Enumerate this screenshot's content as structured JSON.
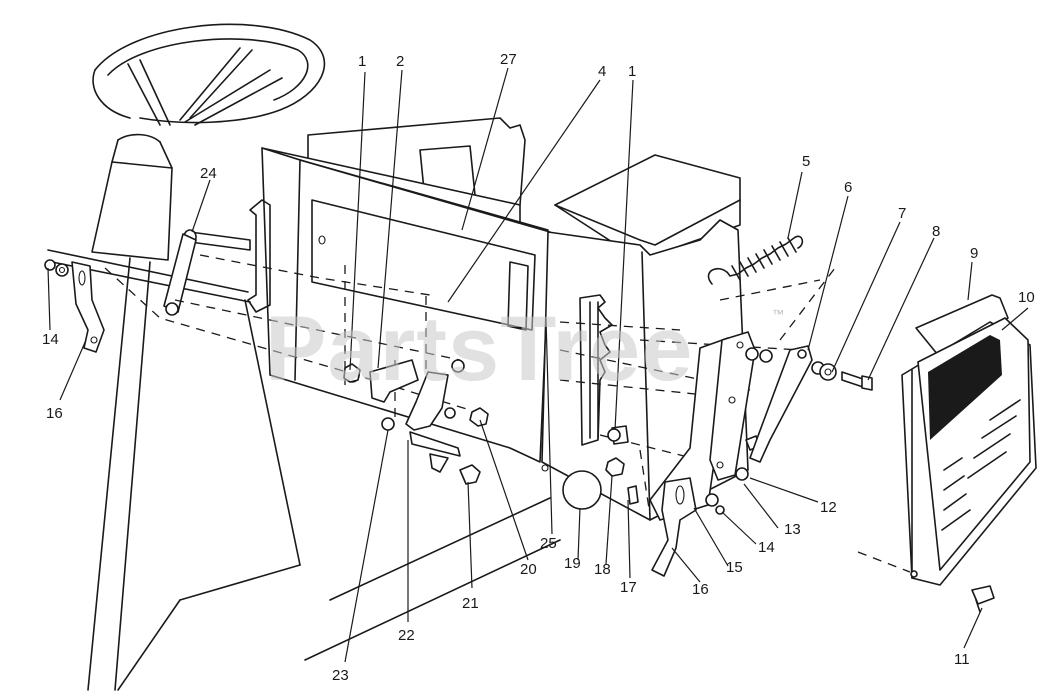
{
  "watermark": {
    "text": "PartsTree",
    "trademark": "™"
  },
  "callouts": [
    {
      "id": "c1a",
      "label": "1"
    },
    {
      "id": "c2",
      "label": "2"
    },
    {
      "id": "c27",
      "label": "27"
    },
    {
      "id": "c4",
      "label": "4"
    },
    {
      "id": "c1b",
      "label": "1"
    },
    {
      "id": "c5",
      "label": "5"
    },
    {
      "id": "c6",
      "label": "6"
    },
    {
      "id": "c7",
      "label": "7"
    },
    {
      "id": "c8",
      "label": "8"
    },
    {
      "id": "c9",
      "label": "9"
    },
    {
      "id": "c10",
      "label": "10"
    },
    {
      "id": "c24",
      "label": "24"
    },
    {
      "id": "c14a",
      "label": "14"
    },
    {
      "id": "c16a",
      "label": "16"
    },
    {
      "id": "c12",
      "label": "12"
    },
    {
      "id": "c13",
      "label": "13"
    },
    {
      "id": "c14b",
      "label": "14"
    },
    {
      "id": "c15",
      "label": "15"
    },
    {
      "id": "c16b",
      "label": "16"
    },
    {
      "id": "c17",
      "label": "17"
    },
    {
      "id": "c18",
      "label": "18"
    },
    {
      "id": "c19",
      "label": "19"
    },
    {
      "id": "c25",
      "label": "25"
    },
    {
      "id": "c20",
      "label": "20"
    },
    {
      "id": "c21",
      "label": "21"
    },
    {
      "id": "c22",
      "label": "22"
    },
    {
      "id": "c23",
      "label": "23"
    },
    {
      "id": "c11",
      "label": "11"
    }
  ]
}
